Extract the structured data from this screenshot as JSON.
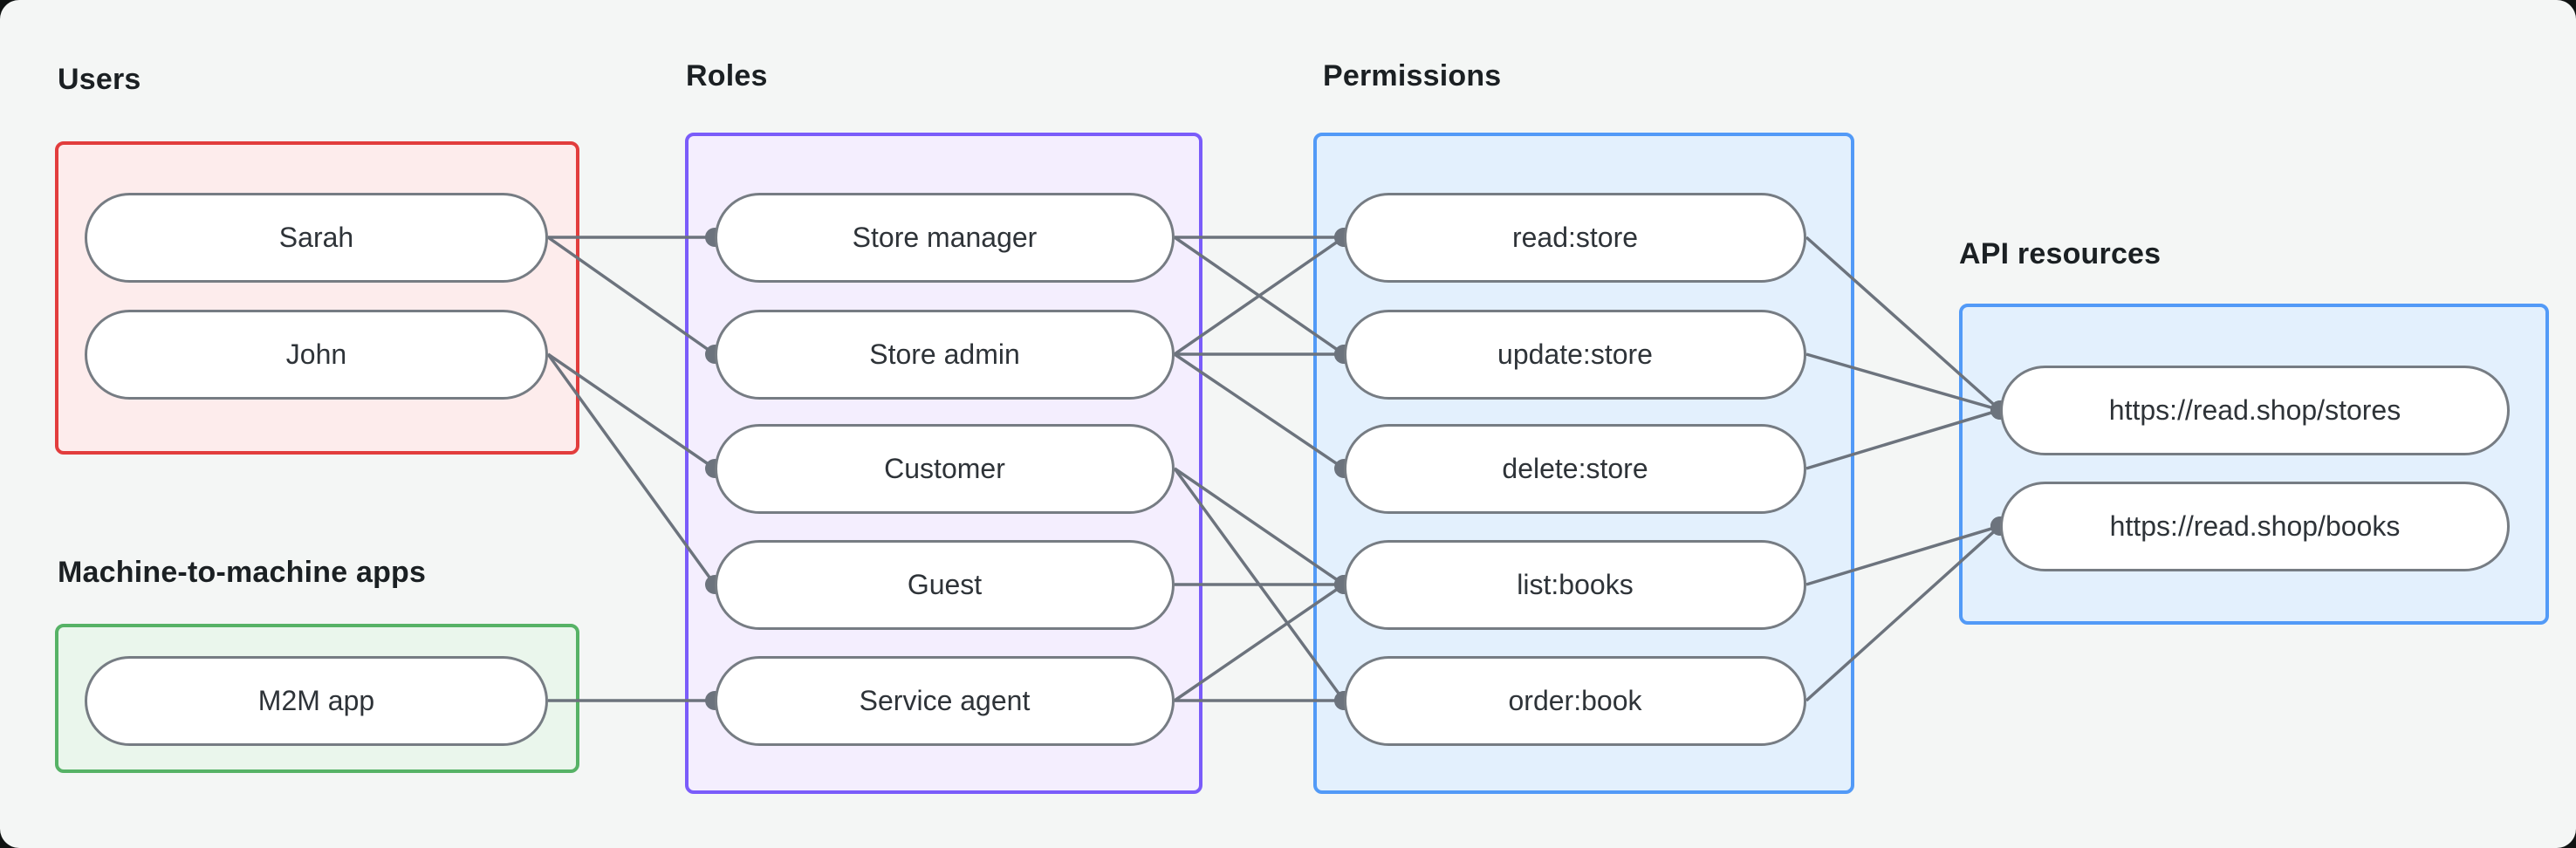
{
  "diagram": {
    "background_color": "#f4f6f5",
    "edge_color": "#6c737d",
    "node_fill": "#ffffff",
    "node_border_color": "#767c83",
    "groups": [
      {
        "id": "users",
        "title": "Users",
        "border_color": "#e23d3d",
        "fill_color": "#fdecec",
        "nodes": [
          {
            "id": "sarah",
            "label": "Sarah"
          },
          {
            "id": "john",
            "label": "John"
          }
        ]
      },
      {
        "id": "m2m",
        "title": "Machine-to-machine apps",
        "border_color": "#56b266",
        "fill_color": "#eaf6ec",
        "nodes": [
          {
            "id": "m2m-app",
            "label": "M2M app"
          }
        ]
      },
      {
        "id": "roles",
        "title": "Roles",
        "border_color": "#7a5cfa",
        "fill_color": "#f4eefe",
        "nodes": [
          {
            "id": "store-manager",
            "label": "Store manager"
          },
          {
            "id": "store-admin",
            "label": "Store admin"
          },
          {
            "id": "customer",
            "label": "Customer"
          },
          {
            "id": "guest",
            "label": "Guest"
          },
          {
            "id": "service-agent",
            "label": "Service agent"
          }
        ]
      },
      {
        "id": "permissions",
        "title": "Permissions",
        "border_color": "#529af7",
        "fill_color": "#e3f0fd",
        "nodes": [
          {
            "id": "read-store",
            "label": "read:store"
          },
          {
            "id": "update-store",
            "label": "update:store"
          },
          {
            "id": "delete-store",
            "label": "delete:store"
          },
          {
            "id": "list-books",
            "label": "list:books"
          },
          {
            "id": "order-book",
            "label": "order:book"
          }
        ]
      },
      {
        "id": "api",
        "title": "API resources",
        "border_color": "#529af7",
        "fill_color": "#e3f0fd",
        "nodes": [
          {
            "id": "stores-api",
            "label": "https://read.shop/stores"
          },
          {
            "id": "books-api",
            "label": "https://read.shop/books"
          }
        ]
      }
    ],
    "edges": [
      [
        "sarah",
        "store-manager"
      ],
      [
        "sarah",
        "store-admin"
      ],
      [
        "john",
        "customer"
      ],
      [
        "john",
        "guest"
      ],
      [
        "m2m-app",
        "service-agent"
      ],
      [
        "store-manager",
        "read-store"
      ],
      [
        "store-manager",
        "update-store"
      ],
      [
        "store-admin",
        "read-store"
      ],
      [
        "store-admin",
        "update-store"
      ],
      [
        "store-admin",
        "delete-store"
      ],
      [
        "customer",
        "list-books"
      ],
      [
        "customer",
        "order-book"
      ],
      [
        "guest",
        "list-books"
      ],
      [
        "service-agent",
        "list-books"
      ],
      [
        "service-agent",
        "order-book"
      ],
      [
        "read-store",
        "stores-api"
      ],
      [
        "update-store",
        "stores-api"
      ],
      [
        "delete-store",
        "stores-api"
      ],
      [
        "list-books",
        "books-api"
      ],
      [
        "order-book",
        "books-api"
      ]
    ]
  }
}
